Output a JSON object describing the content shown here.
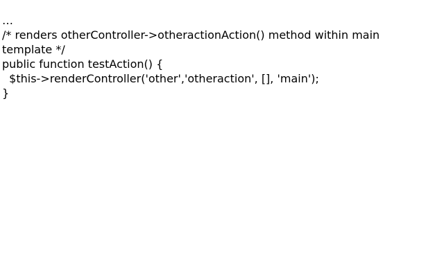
{
  "code": {
    "lines": [
      "…",
      "/* renders otherController->otheractionAction() method within main",
      "template */",
      "public function testAction() {",
      "  $this->renderController('other','otheraction', [], 'main');",
      "}"
    ]
  }
}
